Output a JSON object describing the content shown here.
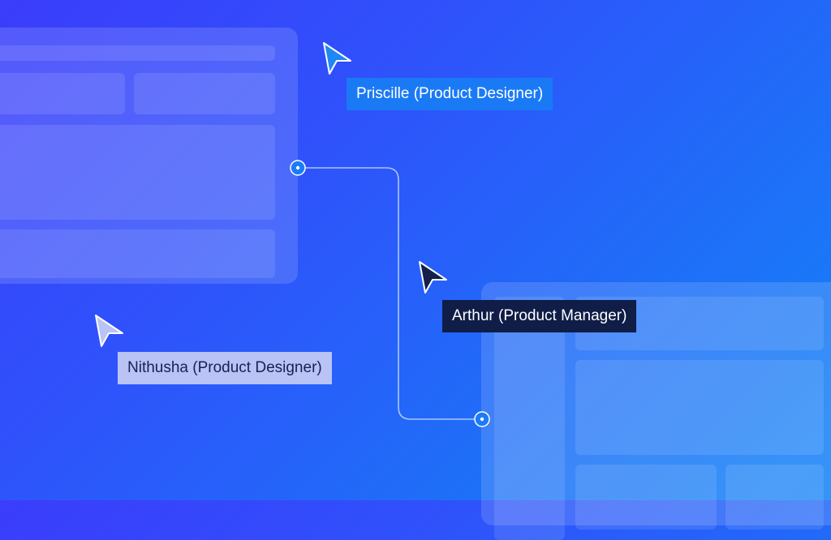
{
  "collaborators": [
    {
      "name": "Priscille (Product Designer)",
      "label_bg": "#1a7af5",
      "label_fg": "#ffffff",
      "cursor_fill": "#1e88f5",
      "cursor_stroke": "#ffffff",
      "cursor_icon": "pointer-arrow-icon"
    },
    {
      "name": "Arthur (Product Manager)",
      "label_bg": "#0f1d47",
      "label_fg": "#ffffff",
      "cursor_fill": "#12204a",
      "cursor_stroke": "#ffffff",
      "cursor_icon": "pointer-arrow-icon"
    },
    {
      "name": "Nithusha (Product Designer)",
      "label_bg": "#b9c3f5",
      "label_fg": "#1a2150",
      "cursor_fill": "#b9c3f5",
      "cursor_stroke": "#ffffff",
      "cursor_icon": "pointer-arrow-icon"
    }
  ],
  "connector_color": "#a8c6ff",
  "node_color": "#1c7cf8"
}
